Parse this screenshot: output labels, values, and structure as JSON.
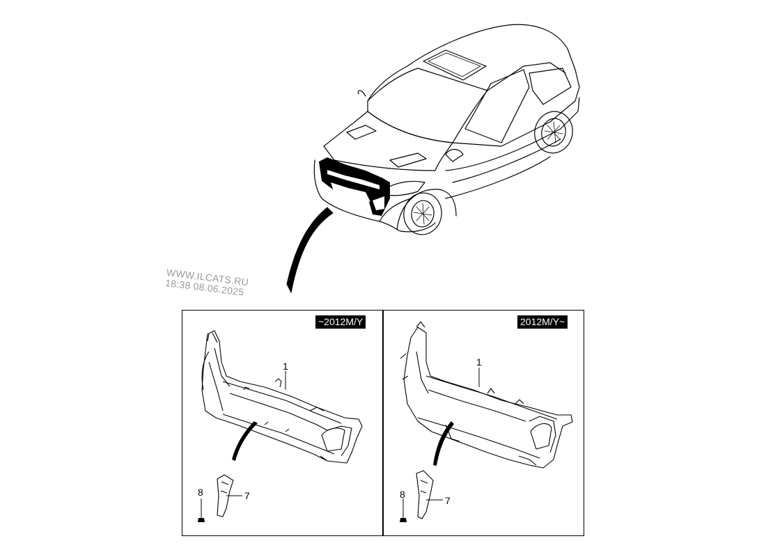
{
  "watermark": {
    "line1": "WWW.ILCATS.RU",
    "line2": "18:38 08.06.2025"
  },
  "panels": [
    {
      "badge": "~2012M/Y",
      "callouts": {
        "part1": "1",
        "part7": "7",
        "part8": "8"
      }
    },
    {
      "badge": "2012M/Y~",
      "callouts": {
        "part1": "1",
        "part7": "7",
        "part8": "8"
      }
    }
  ]
}
